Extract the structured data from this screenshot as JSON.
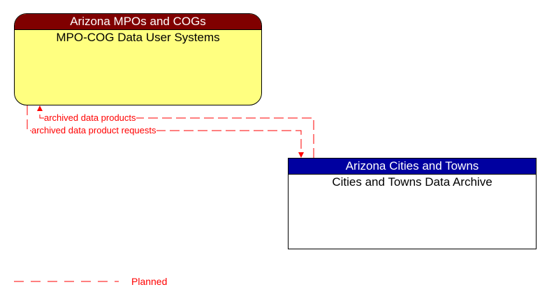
{
  "nodes": {
    "mpo": {
      "group": "Arizona MPOs and COGs",
      "name": "MPO-COG Data User Systems",
      "header_color": "#800000",
      "fill_color": "#ffff80"
    },
    "cities": {
      "group": "Arizona Cities and Towns",
      "name": "Cities and Towns Data Archive",
      "header_color": "#0000a0",
      "fill_color": "#ffffff"
    }
  },
  "flows": [
    {
      "label": "archived data products",
      "from": "Cities and Towns Data Archive",
      "to": "MPO-COG Data User Systems",
      "status": "Planned"
    },
    {
      "label": "archived data product requests",
      "from": "MPO-COG Data User Systems",
      "to": "Cities and Towns Data Archive",
      "status": "Planned"
    }
  ],
  "legend": {
    "planned_label": "Planned",
    "planned_color": "#ff0000"
  }
}
